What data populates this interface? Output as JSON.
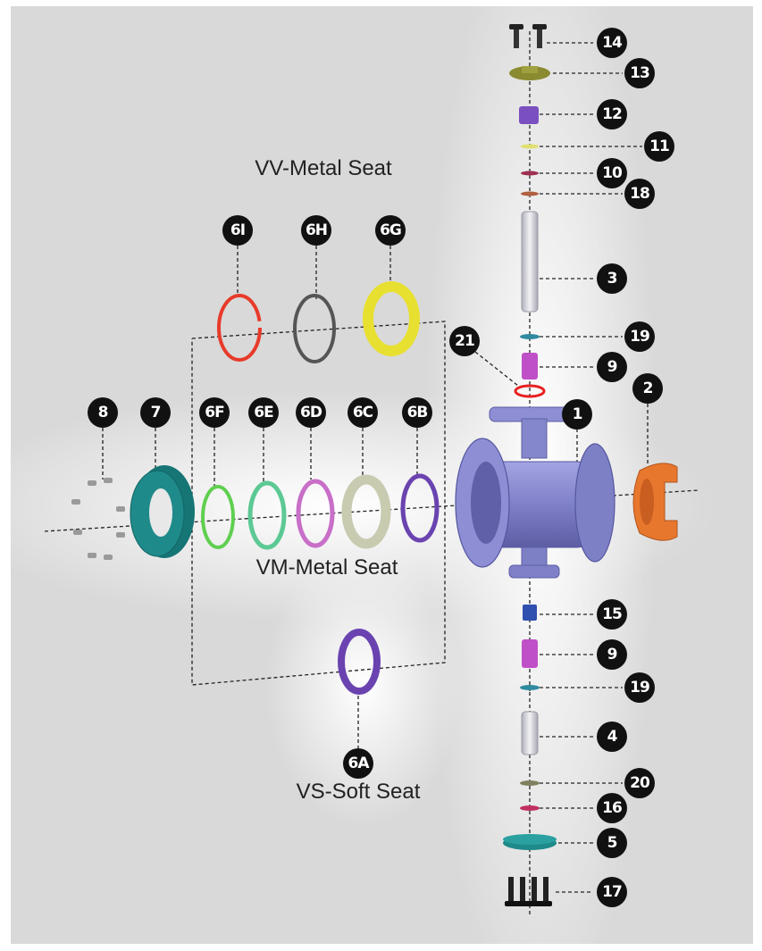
{
  "titles": {
    "vv": "VV-Metal Seat",
    "vm": "VM-Metal Seat",
    "vs": "VS-Soft Seat"
  },
  "labels": {
    "p1": "1",
    "p2": "2",
    "p3": "3",
    "p4": "4",
    "p5": "5",
    "p7": "7",
    "p8": "8",
    "p9a": "9",
    "p9b": "9",
    "p10": "10",
    "p11": "11",
    "p12": "12",
    "p13": "13",
    "p14": "14",
    "p15": "15",
    "p16": "16",
    "p17": "17",
    "p18": "18",
    "p19a": "19",
    "p19b": "19",
    "p20": "20",
    "p21": "21",
    "p6a": "6A",
    "p6b": "6B",
    "p6c": "6C",
    "p6d": "6D",
    "p6e": "6E",
    "p6f": "6F",
    "p6g": "6G",
    "p6h": "6H",
    "p6i": "6I"
  },
  "colors": {
    "body": "#7f80c8",
    "end_cap": "#e8772e",
    "retainer": "#1f8a8a",
    "ring_6a": "#6a43b0",
    "ring_6b": "#6a43b0",
    "ring_6c": "#c8cbb0",
    "ring_6d": "#c86fc8",
    "ring_6e": "#5cc994",
    "ring_6f": "#5fcf4f",
    "ring_6g": "#e8e030",
    "ring_6h": "#555555",
    "ring_6i": "#e83a2a",
    "stem": "#c8c8d0",
    "bushing": "#c050c8",
    "gland": "#8a8a30",
    "packing_block": "#7a50c0",
    "spacer_15": "#3050b0",
    "oring_21": "#e82020",
    "bottom_plate": "#1f8a8a"
  }
}
